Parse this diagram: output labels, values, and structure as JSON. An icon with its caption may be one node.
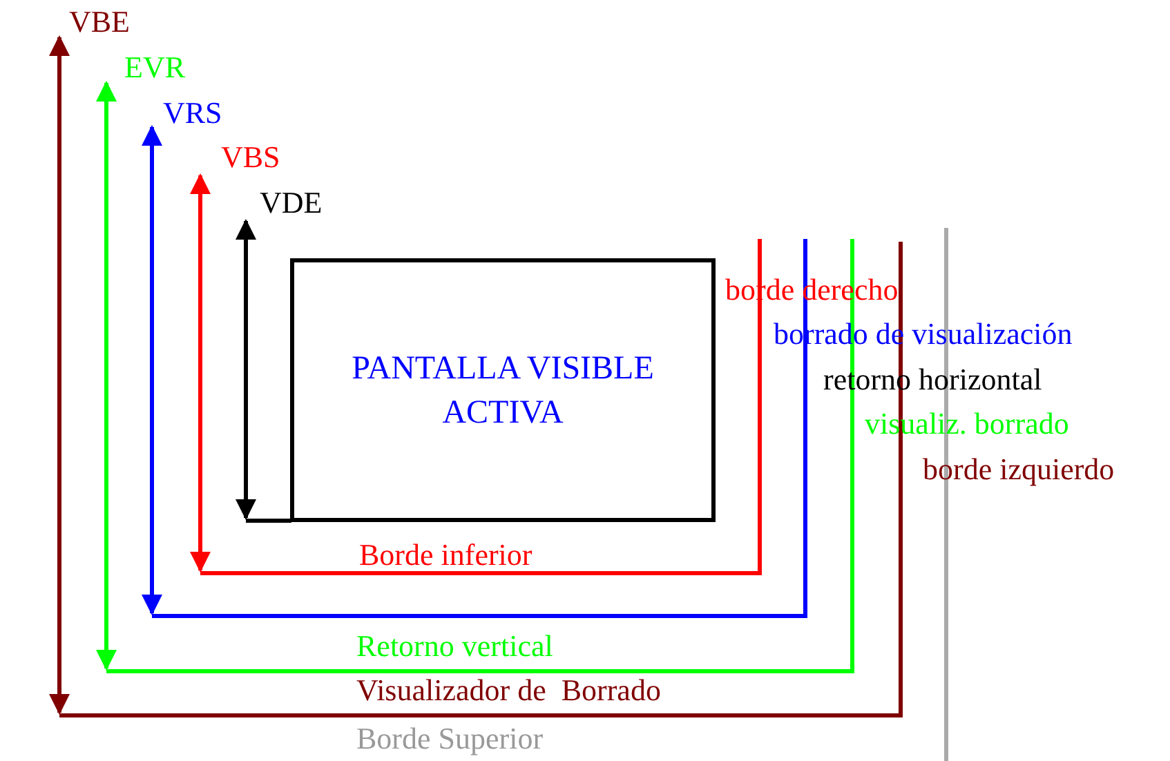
{
  "diagram": {
    "nodes": [
      {
        "text": [
          "PANTALLA VISIBLE ACTIVA"
        ]
      }
    ],
    "labels": [
      "VBE",
      "EVR",
      "VRS",
      "VBS",
      "VDE",
      "borde derecho",
      "borrado de visualización",
      "retorno horizontal",
      "visualiz. borrado",
      "borde izquierdo",
      "Borde inferior",
      "Retorno vertical",
      "Visualizador de  Borrado",
      "Borde Superior"
    ]
  }
}
